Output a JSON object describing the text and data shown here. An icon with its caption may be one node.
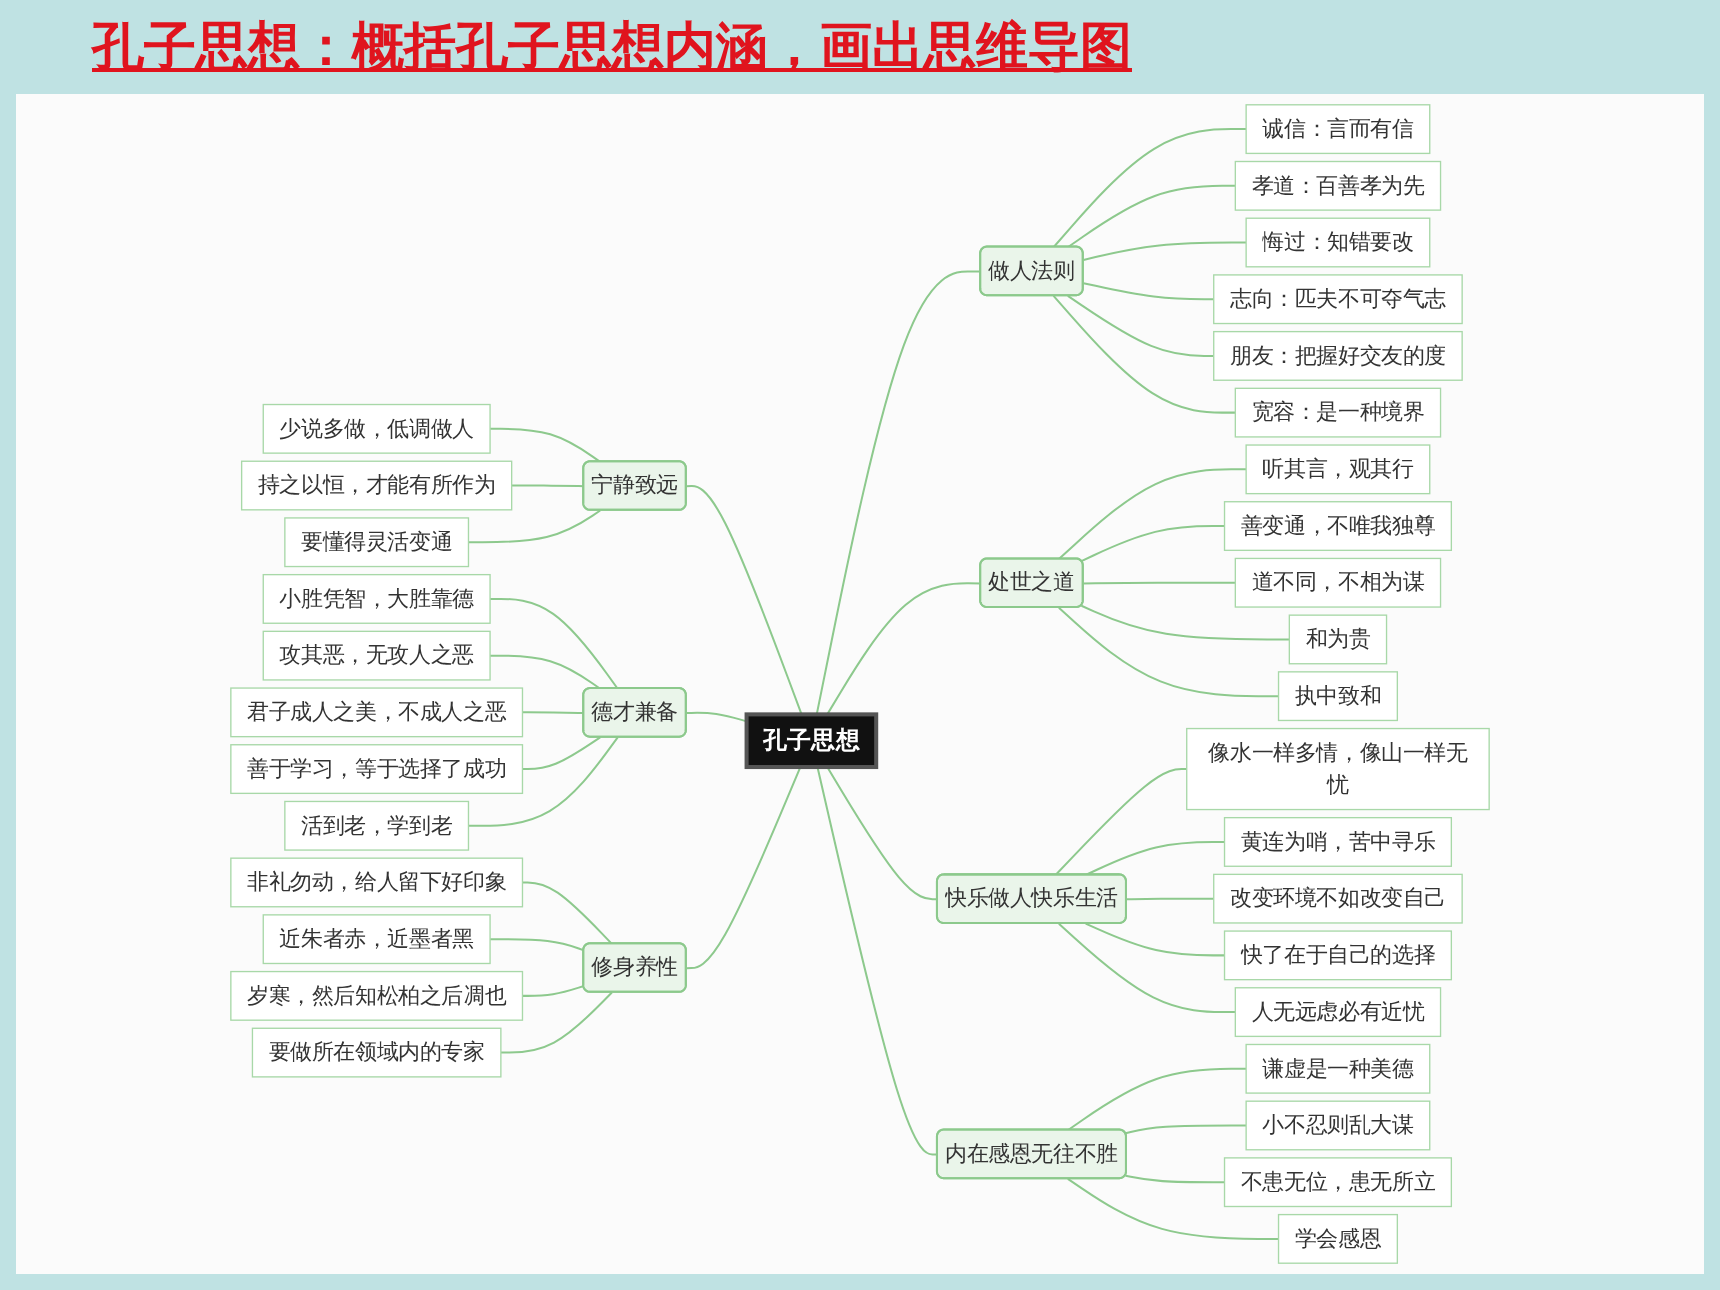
{
  "diagram": {
    "title": "孔子思想：概括孔子思想内涵，画出思维导图",
    "nodes": [
      {
        "text": [
          "孔子思想"
        ]
      },
      {
        "text": [
          "宁静致远"
        ]
      },
      {
        "text": [
          "少说多做，低调做人"
        ]
      },
      {
        "text": [
          "持之以恒，才能有所作为"
        ]
      },
      {
        "text": [
          "要懂得灵活变通"
        ]
      },
      {
        "text": [
          "德才兼备"
        ]
      },
      {
        "text": [
          "小胜凭智，大胜靠德"
        ]
      },
      {
        "text": [
          "攻其恶，无攻人之恶"
        ]
      },
      {
        "text": [
          "君子成人之美，不成人之恶"
        ]
      },
      {
        "text": [
          "善于学习，等于选择了成功"
        ]
      },
      {
        "text": [
          "活到老，学到老"
        ]
      },
      {
        "text": [
          "修身养性"
        ]
      },
      {
        "text": [
          "非礼勿动，给人留下好印象"
        ]
      },
      {
        "text": [
          "近朱者赤，近墨者黑"
        ]
      },
      {
        "text": [
          "岁寒，然后知松柏之后凋也"
        ]
      },
      {
        "text": [
          "要做所在领域内的专家"
        ]
      },
      {
        "text": [
          "做人法则"
        ]
      },
      {
        "text": [
          "诚信：言而有信"
        ]
      },
      {
        "text": [
          "孝道：百善孝为先"
        ]
      },
      {
        "text": [
          "悔过：知错要改"
        ]
      },
      {
        "text": [
          "志向：匹夫不可夺气志"
        ]
      },
      {
        "text": [
          "朋友：把握好交友的度"
        ]
      },
      {
        "text": [
          "宽容：是一种境界"
        ]
      },
      {
        "text": [
          "处世之道"
        ]
      },
      {
        "text": [
          "听其言，观其行"
        ]
      },
      {
        "text": [
          "善变通，不唯我独尊"
        ]
      },
      {
        "text": [
          "道不同，不相为谋"
        ]
      },
      {
        "text": [
          "和为贵"
        ]
      },
      {
        "text": [
          "执中致和"
        ]
      },
      {
        "text": [
          "快乐做人快乐生活"
        ]
      },
      {
        "text": [
          "像水一样多情，像山一样无忧"
        ]
      },
      {
        "text": [
          "黄连为哨，苦中寻乐"
        ]
      },
      {
        "text": [
          "改变环境不如改变自己"
        ]
      },
      {
        "text": [
          "快了在于自己的选择"
        ]
      },
      {
        "text": [
          "人无远虑必有近忧"
        ]
      },
      {
        "text": [
          "内在感恩无往不胜"
        ]
      },
      {
        "text": [
          "谦虚是一种美德"
        ]
      },
      {
        "text": [
          "小不忍则乱大谋"
        ]
      },
      {
        "text": [
          "不患无位，患无所立"
        ]
      },
      {
        "text": [
          "学会感恩"
        ]
      }
    ],
    "edges": [
      {
        "from": 1,
        "to": 0,
        "arrow": "none"
      },
      {
        "from": 2,
        "to": 1,
        "arrow": "none"
      },
      {
        "from": 3,
        "to": 1,
        "arrow": "none"
      },
      {
        "from": 4,
        "to": 1,
        "arrow": "none"
      },
      {
        "from": 5,
        "to": 0,
        "arrow": "none"
      },
      {
        "from": 6,
        "to": 5,
        "arrow": "none"
      },
      {
        "from": 7,
        "to": 5,
        "arrow": "none"
      },
      {
        "from": 8,
        "to": 5,
        "arrow": "none"
      },
      {
        "from": 9,
        "to": 5,
        "arrow": "none"
      },
      {
        "from": 10,
        "to": 5,
        "arrow": "none"
      },
      {
        "from": 11,
        "to": 0,
        "arrow": "none"
      },
      {
        "from": 12,
        "to": 11,
        "arrow": "none"
      },
      {
        "from": 13,
        "to": 11,
        "arrow": "none"
      },
      {
        "from": 14,
        "to": 11,
        "arrow": "none"
      },
      {
        "from": 15,
        "to": 11,
        "arrow": "none"
      },
      {
        "from": 0,
        "to": 16,
        "arrow": "none"
      },
      {
        "from": 16,
        "to": 17,
        "arrow": "none"
      },
      {
        "from": 16,
        "to": 18,
        "arrow": "none"
      },
      {
        "from": 16,
        "to": 19,
        "arrow": "none"
      },
      {
        "from": 16,
        "to": 20,
        "arrow": "none"
      },
      {
        "from": 16,
        "to": 21,
        "arrow": "none"
      },
      {
        "from": 16,
        "to": 22,
        "arrow": "none"
      },
      {
        "from": 0,
        "to": 23,
        "arrow": "none"
      },
      {
        "from": 23,
        "to": 24,
        "arrow": "none"
      },
      {
        "from": 23,
        "to": 25,
        "arrow": "none"
      },
      {
        "from": 23,
        "to": 26,
        "arrow": "none"
      },
      {
        "from": 23,
        "to": 27,
        "arrow": "none"
      },
      {
        "from": 23,
        "to": 28,
        "arrow": "none"
      },
      {
        "from": 0,
        "to": 29,
        "arrow": "none"
      },
      {
        "from": 29,
        "to": 30,
        "arrow": "none"
      },
      {
        "from": 29,
        "to": 31,
        "arrow": "none"
      },
      {
        "from": 29,
        "to": 32,
        "arrow": "none"
      },
      {
        "from": 29,
        "to": 33,
        "arrow": "none"
      },
      {
        "from": 29,
        "to": 34,
        "arrow": "none"
      },
      {
        "from": 0,
        "to": 35,
        "arrow": "none"
      },
      {
        "from": 35,
        "to": 36,
        "arrow": "none"
      },
      {
        "from": 35,
        "to": 37,
        "arrow": "none"
      },
      {
        "from": 35,
        "to": 38,
        "arrow": "none"
      },
      {
        "from": 35,
        "to": 39,
        "arrow": "none"
      }
    ]
  }
}
